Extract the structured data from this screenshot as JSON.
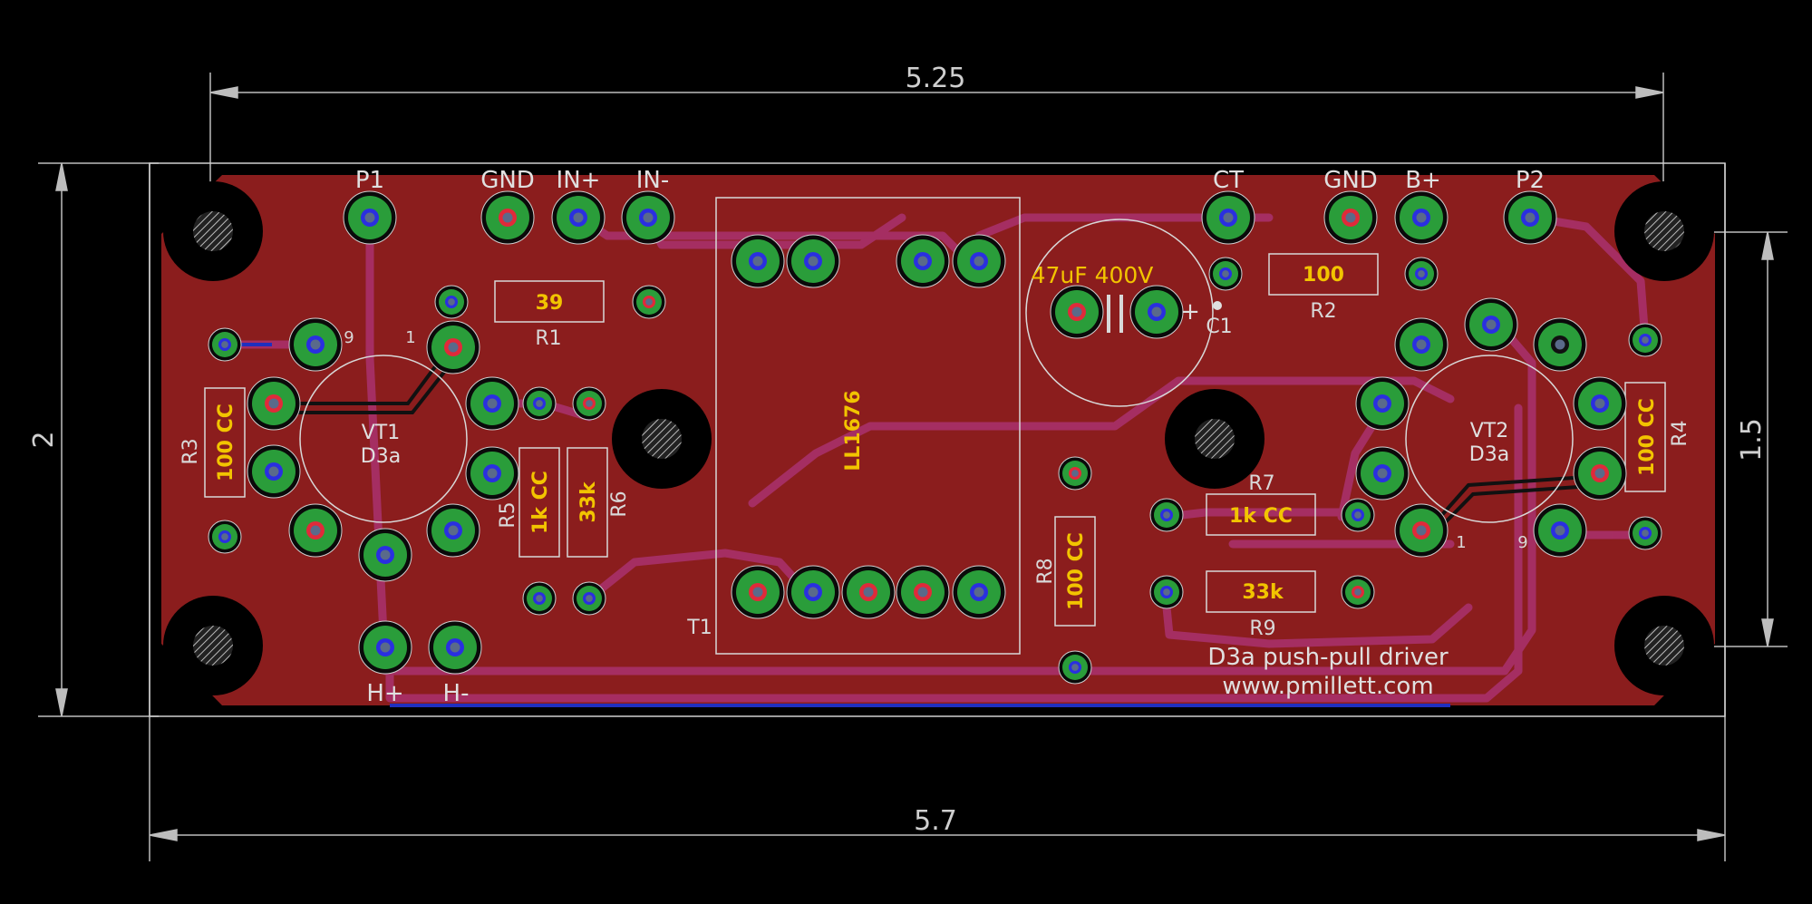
{
  "dimensions": {
    "top": "5.25",
    "bottom": "5.7",
    "left": "2",
    "right": "1.5"
  },
  "connectors": {
    "p1": "P1",
    "gnd_left": "GND",
    "in_plus": "IN+",
    "in_minus": "IN-",
    "ct": "CT",
    "gnd_right": "GND",
    "b_plus": "B+",
    "p2": "P2",
    "h_plus": "H+",
    "h_minus": "H-"
  },
  "components": {
    "r1": {
      "ref": "R1",
      "value": "39"
    },
    "r2": {
      "ref": "R2",
      "value": "100"
    },
    "r3": {
      "ref": "R3",
      "value": "100 CC"
    },
    "r4": {
      "ref": "R4",
      "value": "100 CC"
    },
    "r5": {
      "ref": "R5",
      "value": "1k CC"
    },
    "r6": {
      "ref": "R6",
      "value": "33k"
    },
    "r7": {
      "ref": "R7",
      "value": "1k CC"
    },
    "r8": {
      "ref": "R8",
      "value": "100 CC"
    },
    "r9": {
      "ref": "R9",
      "value": "33k"
    },
    "c1": {
      "ref": "C1",
      "value": "47uF 400V"
    },
    "vt1": {
      "ref": "VT1",
      "type": "D3a"
    },
    "vt2": {
      "ref": "VT2",
      "type": "D3a"
    },
    "t1": {
      "ref": "T1",
      "value": "LL1676"
    }
  },
  "pin_labels": {
    "vt1_pin1": "1",
    "vt1_pin9": "9",
    "vt2_pin1": "1",
    "vt2_pin9": "9"
  },
  "board_text": {
    "line1": "D3a push-pull driver",
    "line2": "www.pmillett.com"
  },
  "colors": {
    "board": "#8b1d1d",
    "trace": "#a8306a",
    "pad_ring": "#2a9d3a",
    "via_blue": "#2233dd",
    "via_red": "#dd2233",
    "silk": "#e0e0e0",
    "values": "#f2c400",
    "background": "#000000"
  }
}
